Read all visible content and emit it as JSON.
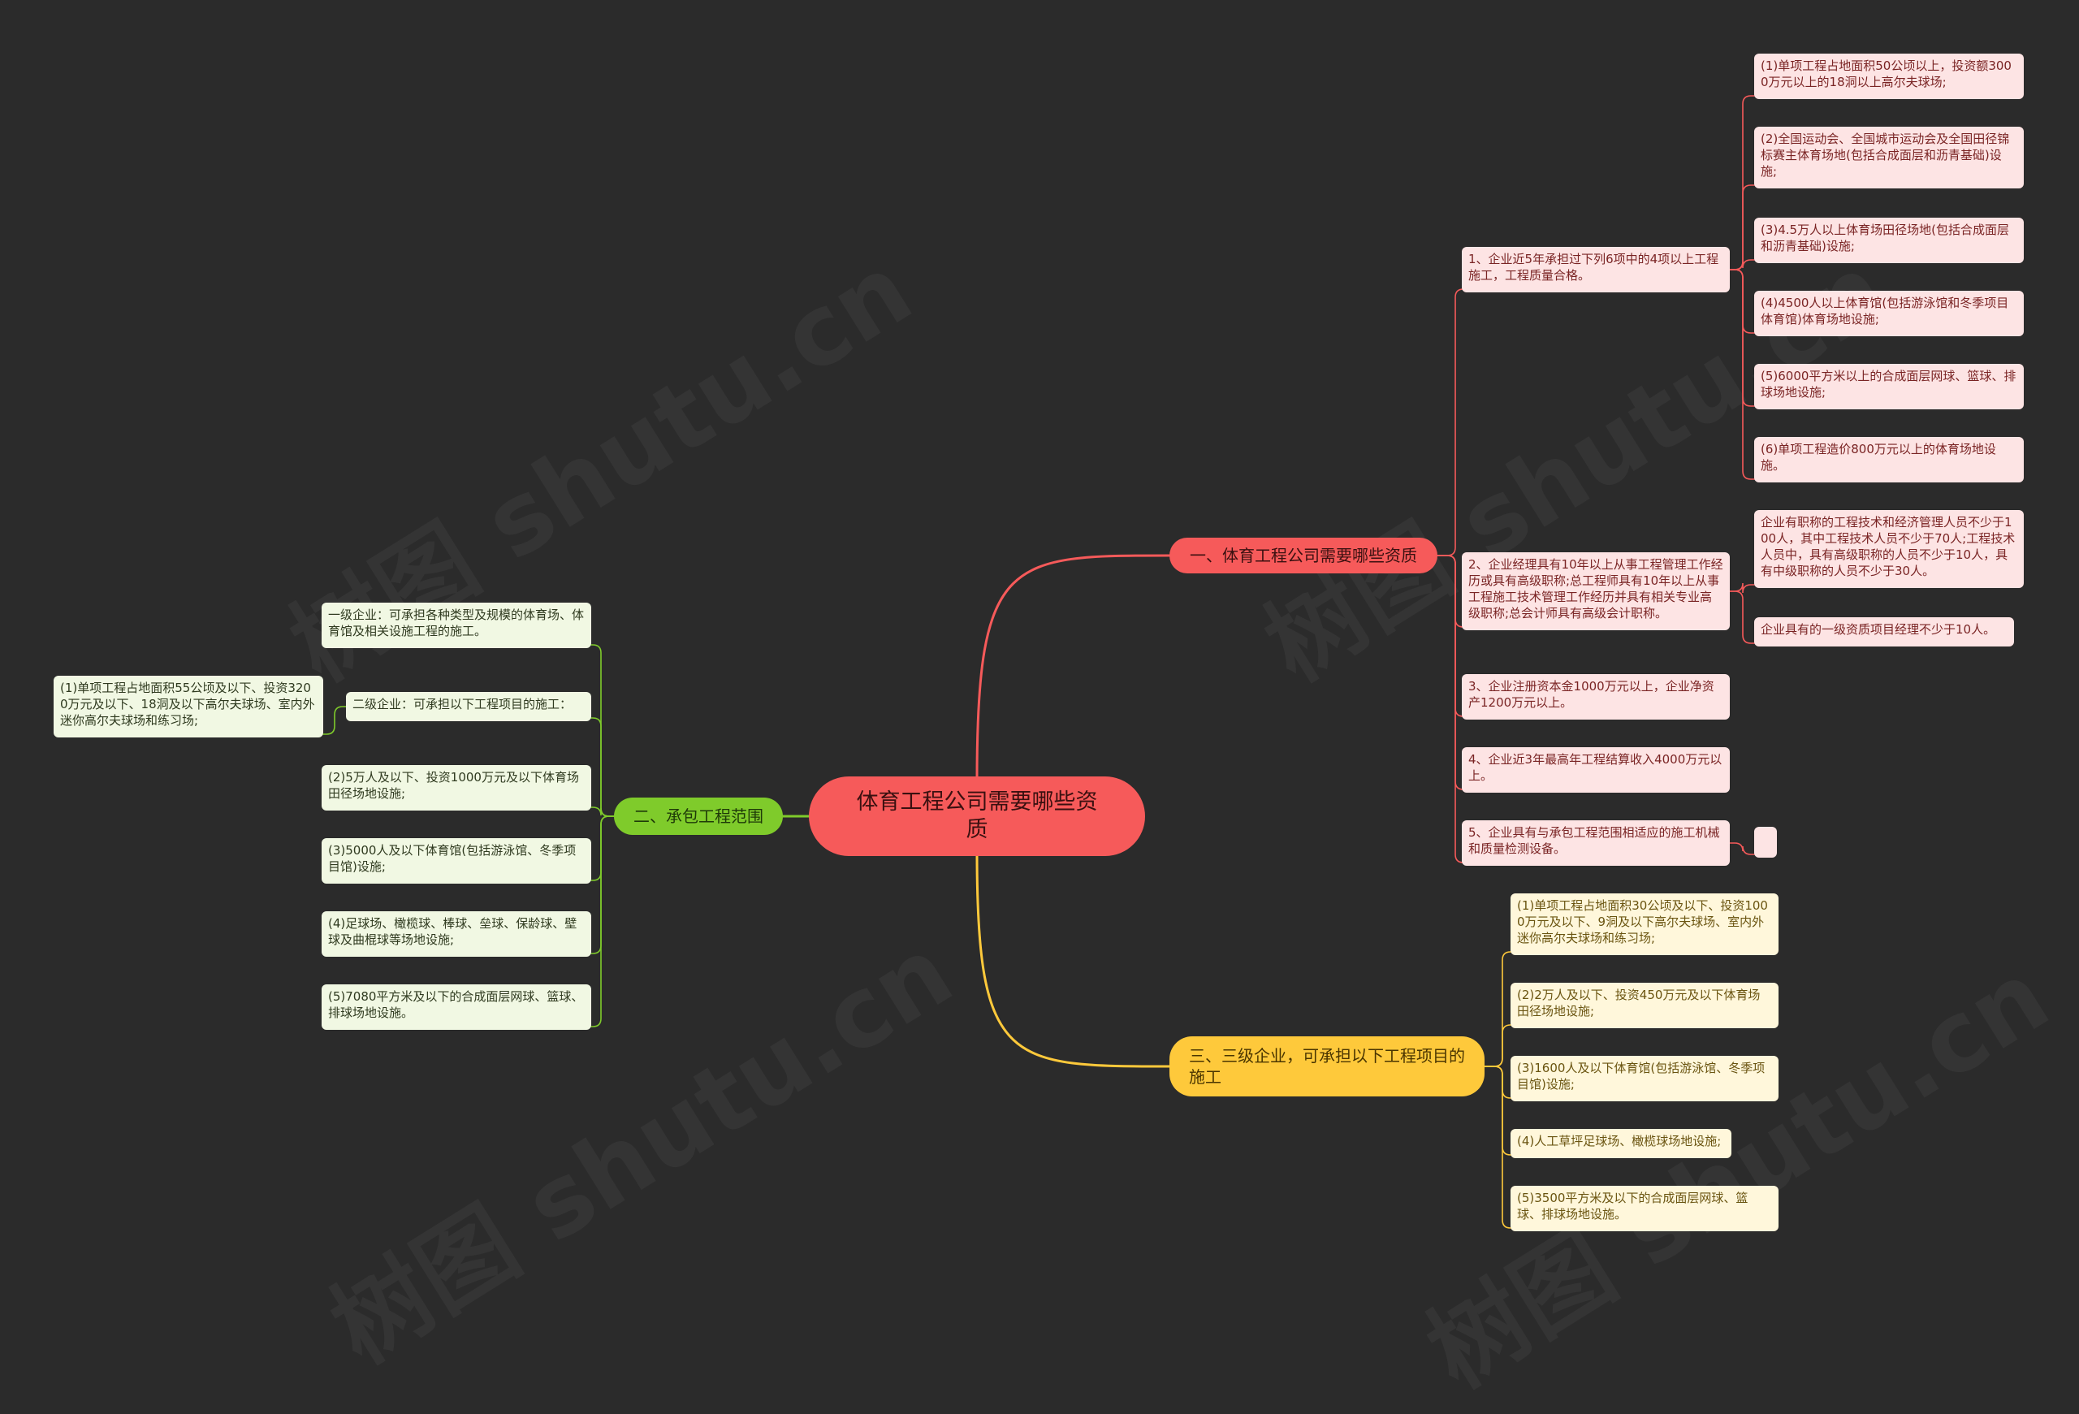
{
  "colors": {
    "background": "#2b2b2b",
    "red": "#f65a5a",
    "green": "#7fcb2b",
    "yellow": "#fec93b"
  },
  "watermark": "树图 shutu.cn",
  "root": {
    "label": "体育工程公司需要哪些资质"
  },
  "branches": {
    "b1": {
      "label": "一、体育工程公司需要哪些资质"
    },
    "b2": {
      "label": "二、承包工程范围"
    },
    "b3": {
      "label": "三、三级企业，可承担以下工程项目的施工"
    }
  },
  "b1": {
    "c1": "1、企业近5年承担过下列6项中的4项以上工程施工，工程质量合格。",
    "c1_items": [
      "(1)单项工程占地面积50公顷以上，投资额3000万元以上的18洞以上高尔夫球场;",
      "(2)全国运动会、全国城市运动会及全国田径锦标赛主体育场地(包括合成面层和沥青基础)设施;",
      "(3)4.5万人以上体育场田径场地(包括合成面层和沥青基础)设施;",
      "(4)4500人以上体育馆(包括游泳馆和冬季项目体育馆)体育场地设施;",
      "(5)6000平方米以上的合成面层网球、篮球、排球场地设施;",
      "(6)单项工程造价800万元以上的体育场地设施。"
    ],
    "c2": "2、企业经理具有10年以上从事工程管理工作经历或具有高级职称;总工程师具有10年以上从事工程施工技术管理工作经历并具有相关专业高级职称;总会计师具有高级会计职称。",
    "c2_items": [
      "企业有职称的工程技术和经济管理人员不少于100人，其中工程技术人员不少于70人;工程技术人员中，具有高级职称的人员不少于10人，具有中级职称的人员不少于30人。",
      "企业具有的一级资质项目经理不少于10人。"
    ],
    "c3": "3、企业注册资本金1000万元以上，企业净资产1200万元以上。",
    "c4": "4、企业近3年最高年工程结算收入4000万元以上。",
    "c5": "5、企业具有与承包工程范围相适应的施工机械和质量检测设备。",
    "c5_items": [
      ""
    ]
  },
  "b2": {
    "c1": "一级企业：可承担各种类型及规模的体育场、体育馆及相关设施工程的施工。",
    "c2": "二级企业：可承担以下工程项目的施工：",
    "c2_items": [
      "(1)单项工程占地面积55公顷及以下、投资3200万元及以下、18洞及以下高尔夫球场、室内外迷你高尔夫球场和练习场;"
    ],
    "c3": "(2)5万人及以下、投资1000万元及以下体育场田径场地设施;",
    "c4": "(3)5000人及以下体育馆(包括游泳馆、冬季项目馆)设施;",
    "c5": "(4)足球场、橄榄球、棒球、垒球、保龄球、壁球及曲棍球等场地设施;",
    "c6": "(5)7080平方米及以下的合成面层网球、篮球、排球场地设施。"
  },
  "b3": {
    "items": [
      "(1)单项工程占地面积30公顷及以下、投资1000万元及以下、9洞及以下高尔夫球场、室内外迷你高尔夫球场和练习场;",
      "(2)2万人及以下、投资450万元及以下体育场田径场地设施;",
      "(3)1600人及以下体育馆(包括游泳馆、冬季项目馆)设施;",
      "(4)人工草坪足球场、橄榄球场地设施;",
      "(5)3500平方米及以下的合成面层网球、篮球、排球场地设施。"
    ]
  }
}
